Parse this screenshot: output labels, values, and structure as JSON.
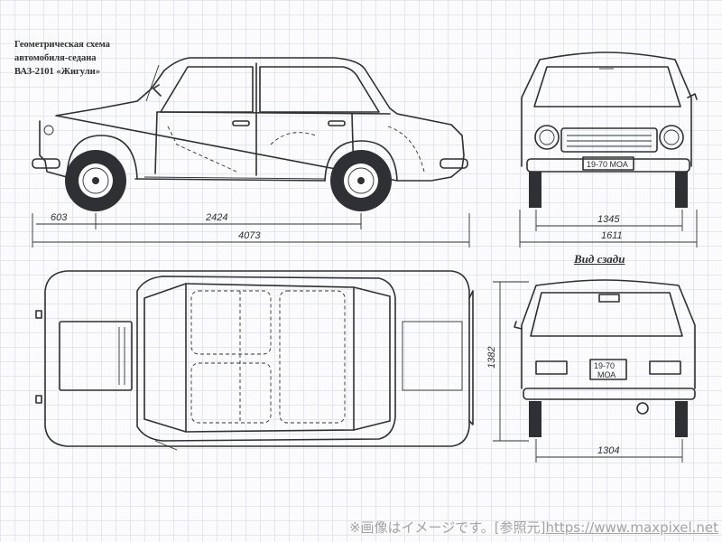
{
  "title_lines": [
    "Геометрическая схема",
    "автомобиля-седана",
    "ВАЗ-2101 «Жигули»"
  ],
  "rear_view_label": "Вид сзади",
  "plates": {
    "front": "19-70 МОА",
    "rear_top": "19-70",
    "rear_bottom": "МОА"
  },
  "dimensions": {
    "front_overhang": "603",
    "wheelbase": "2424",
    "overall_length": "4073",
    "front_track": "1345",
    "overall_width": "1611",
    "overall_height": "1382",
    "rear_track": "1304"
  },
  "footer": {
    "notice": "※画像はイメージです。[参照元]",
    "url": "https://www.maxpixel.net"
  },
  "colors": {
    "ink": "#2f3033",
    "grid": "#e3e6ee",
    "footer": "#a3a3a3"
  }
}
